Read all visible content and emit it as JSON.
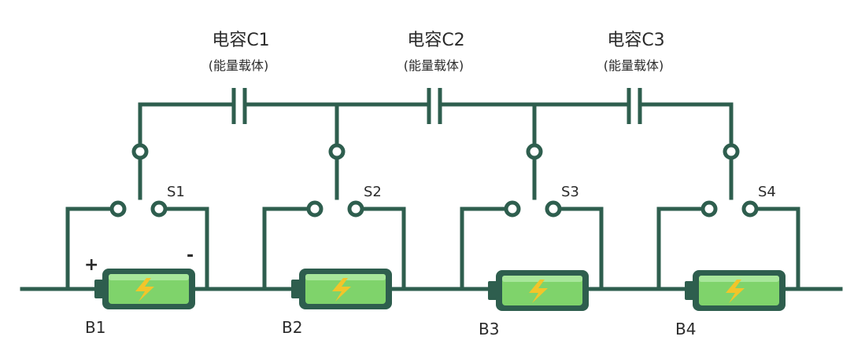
{
  "capacitors": [
    {
      "label": "电容C1",
      "sub": "(能量载体)"
    },
    {
      "label": "电容C2",
      "sub": "(能量载体)"
    },
    {
      "label": "电容C3",
      "sub": "(能量载体)"
    }
  ],
  "switches": [
    {
      "label": "S1"
    },
    {
      "label": "S2"
    },
    {
      "label": "S3"
    },
    {
      "label": "S4"
    }
  ],
  "batteries": [
    {
      "label": "B1"
    },
    {
      "label": "B2"
    },
    {
      "label": "B3"
    },
    {
      "label": "B4"
    }
  ],
  "polarity": {
    "plus": "+",
    "minus": "-"
  },
  "colors": {
    "wire": "#2e5e4e",
    "battery_fill": "#7fd36b",
    "battery_body": "#2e5e4e",
    "bolt": "#f2c52a"
  }
}
